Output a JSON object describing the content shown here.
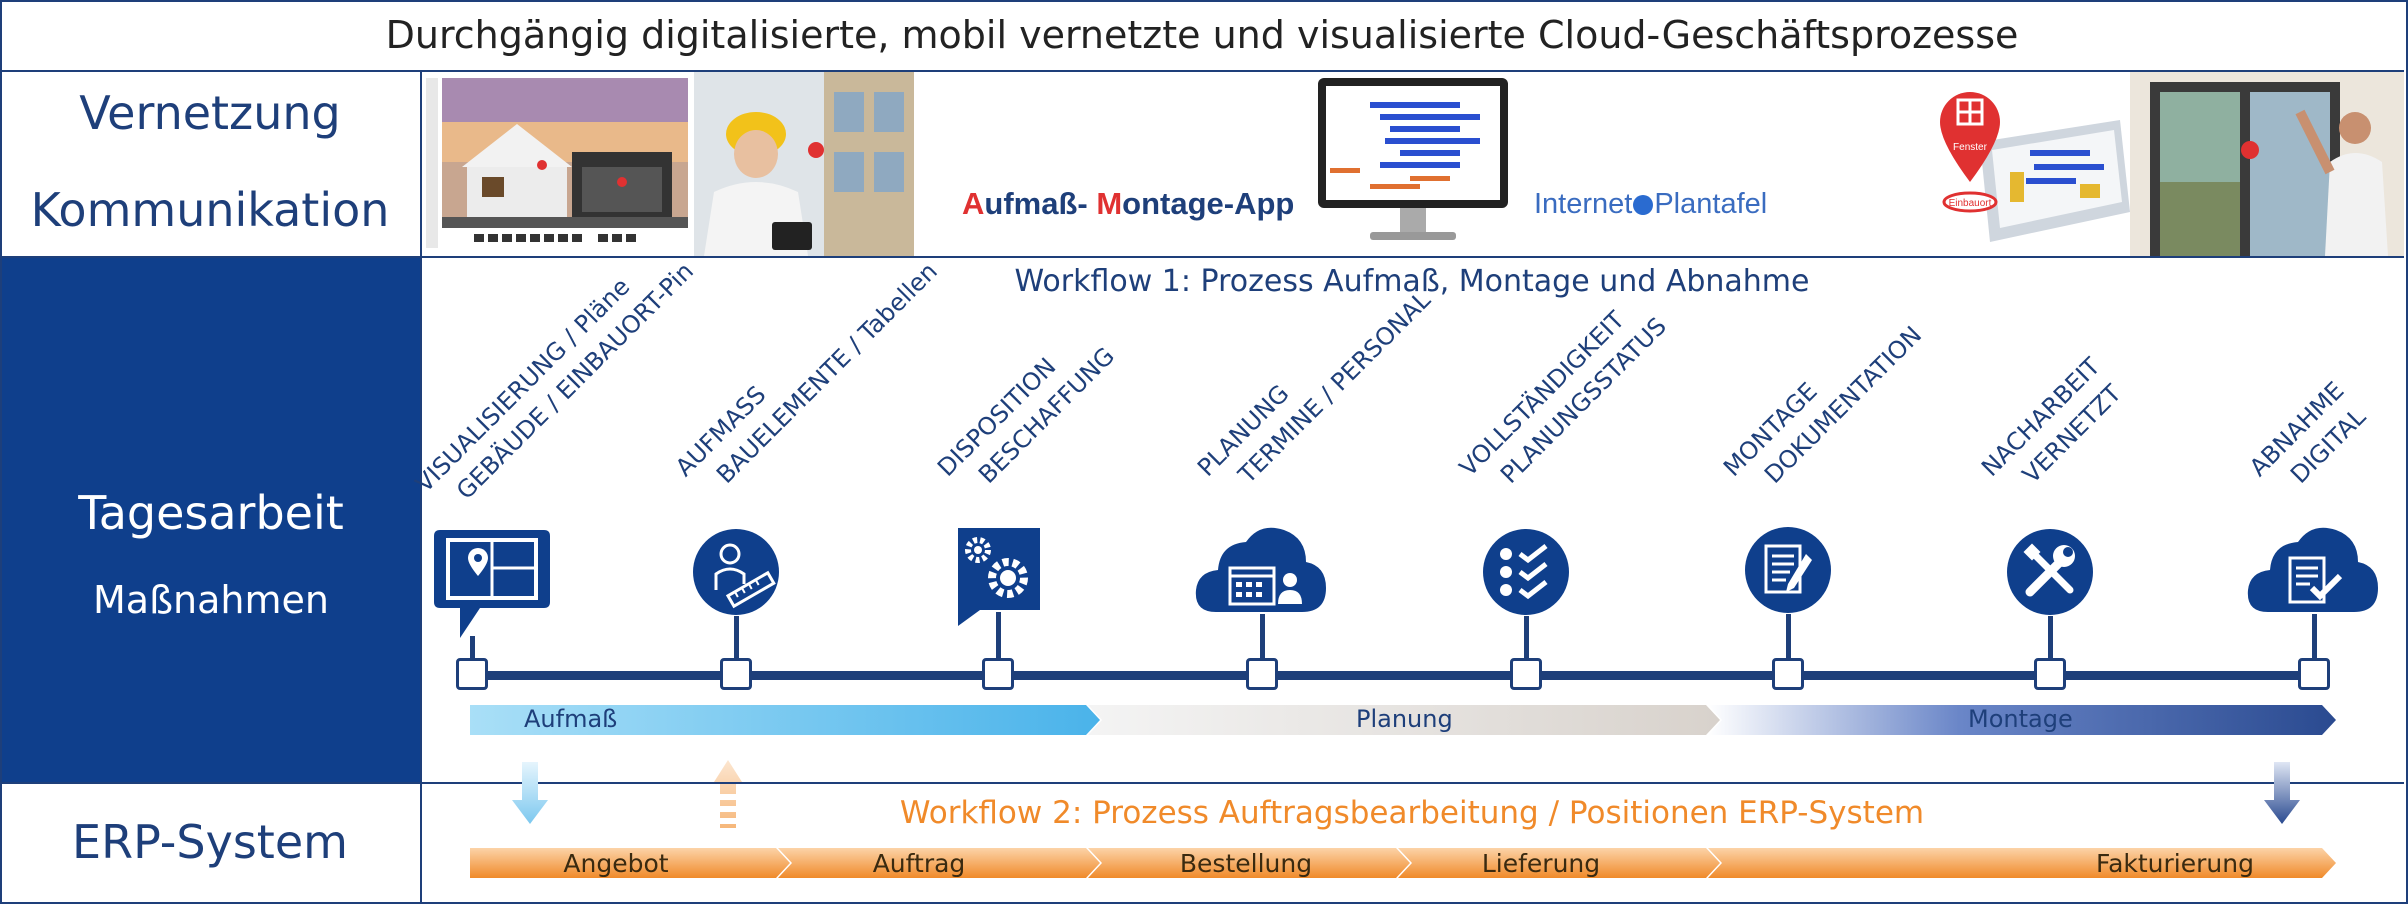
{
  "title": "Durchgängig digitalisierte, mobil vernetzte und visualisierte Cloud-Geschäftsprozesse",
  "left": {
    "vernetzung": "Vernetzung",
    "kommunikation": "Kommunikation",
    "tagesarbeit": "Tagesarbeit",
    "massnahmen": "Maßnahmen",
    "erp": "ERP-System"
  },
  "banner": {
    "app_letter_a": "A",
    "app_part1": "ufmaß- ",
    "app_letter_m": "M",
    "app_part2": "ontage-App",
    "plantafel_part1": "Internet",
    "plantafel_part2": "Plantafel",
    "pin_label_top": "Fenster",
    "pin_label_bottom": "Einbauort"
  },
  "workflow1": "Workflow 1: Prozess Aufmaß, Montage und Abnahme",
  "workflow2": "Workflow 2: Prozess Auftragsbearbeitung / Positionen ERP-System",
  "steps": [
    {
      "line1": "VISUALISIERUNG / Pläne",
      "line2": "GEBÄUDE / EINBAUORT-Pin",
      "icon": "building-plan-pin-icon"
    },
    {
      "line1": "AUFMASS",
      "line2": "BAUELEMENTE / Tabellen",
      "icon": "person-measuring-icon"
    },
    {
      "line1": "DISPOSITION",
      "line2": "BESCHAFFUNG",
      "icon": "gears-icon"
    },
    {
      "line1": "PLANUNG",
      "line2": "TERMINE / PERSONAL",
      "icon": "cloud-calendar-icon"
    },
    {
      "line1": "VOLLSTÄNDIGKEIT",
      "line2": "PLANUNGSSTATUS",
      "icon": "checklist-icon"
    },
    {
      "line1": "MONTAGE",
      "line2": "DOKUMENTATION",
      "icon": "document-edit-icon"
    },
    {
      "line1": "NACHARBEIT",
      "line2": "VERNETZT",
      "icon": "tools-icon"
    },
    {
      "line1": "ABNAHME",
      "line2": "DIGITAL",
      "icon": "cloud-document-check-icon"
    }
  ],
  "phases": [
    "Aufmaß",
    "Planung",
    "Montage"
  ],
  "erp_steps": [
    "Angebot",
    "Auftrag",
    "Bestellung",
    "Lieferung",
    "Fakturierung"
  ],
  "colors": {
    "navy": "#1e3f7a",
    "panel_blue": "#0f3f8c",
    "orange": "#f08a2a",
    "light_blue": "#8fd0f2"
  }
}
